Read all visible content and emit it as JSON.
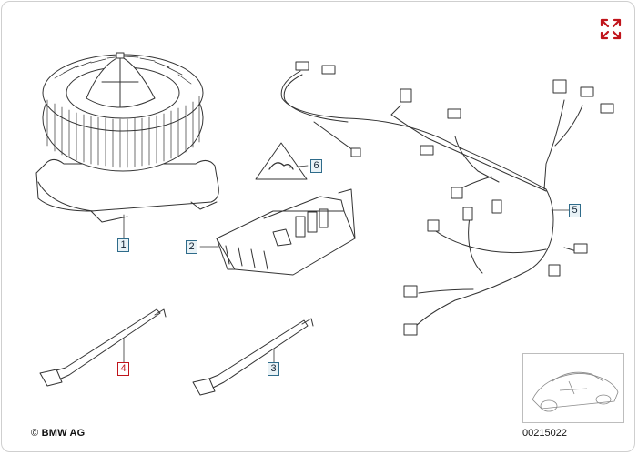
{
  "diagram": {
    "copyright": "BMW AG",
    "image_id": "00215022",
    "accent_color": "#c0141b",
    "callout_color": "#2e6b8a",
    "parts": [
      {
        "num": "1",
        "highlighted": false
      },
      {
        "num": "2",
        "highlighted": false
      },
      {
        "num": "3",
        "highlighted": false
      },
      {
        "num": "4",
        "highlighted": true
      },
      {
        "num": "5",
        "highlighted": false
      },
      {
        "num": "6",
        "highlighted": false
      }
    ]
  },
  "controls": {
    "expand_icon": "expand-arrows-icon"
  }
}
